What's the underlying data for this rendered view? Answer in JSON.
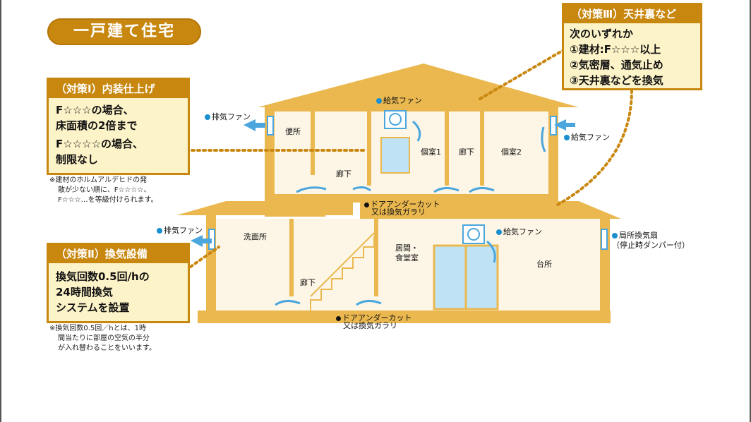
{
  "title": "一戸建て住宅",
  "measures": {
    "interior": {
      "heading": "（対策Ⅰ）内装仕上げ",
      "lines": [
        "F☆☆☆の場合、",
        "床面積の2倍まで",
        "F☆☆☆☆の場合、",
        "制限なし"
      ],
      "note": [
        "※建材のホルムアルデヒドの発",
        "散が少ない順に、F☆☆☆☆、",
        "F☆☆☆…を等級付けられます。"
      ]
    },
    "ventilation": {
      "heading": "（対策Ⅱ）換気設備",
      "lines": [
        "換気回数0.5回/hの",
        "24時間換気",
        "システムを設置"
      ],
      "note": [
        "※換気回数0.5回／hとは、1時",
        "間当たりに部屋の空気の半分",
        "が入れ替わることをいいます。"
      ]
    },
    "attic": {
      "heading": "（対策Ⅲ）天井裏など",
      "lines": [
        "次のいずれか",
        "①建材:F☆☆☆以上",
        "②気密層、通気止め",
        "③天井裏などを換気"
      ]
    }
  },
  "labels": {
    "supply_fan_top": "給気ファン",
    "exhaust_fan_upper": "排気ファン",
    "supply_fan_right_upper": "給気ファン",
    "toilet": "便所",
    "private_room_1": "個室1",
    "hallway_upper_right": "廊下",
    "private_room_2": "個室2",
    "hallway_upper_center": "廊下",
    "door_undercut_upper_1": "ドアアンダーカット",
    "door_undercut_upper_2": "又は換気ガラリ",
    "exhaust_fan_lower": "排気ファン",
    "washroom": "洗面所",
    "supply_fan_lower": "給気ファン",
    "local_exhaust_1": "局所換気扇",
    "local_exhaust_2": "（停止時ダンパー付）",
    "living_1": "居間・",
    "living_2": "食堂室",
    "kitchen": "台所",
    "hallway_lower": "廊下",
    "door_undercut_lower_1": "ドアアンダーカット",
    "door_undercut_lower_2": "又は換気ガラリ"
  },
  "colors": {
    "structure": "#eab84f",
    "box_fill": "#fdf3c8",
    "accent": "#c8870e",
    "air_arrow": "#4aa6dd",
    "fan_dot": "#1a8fd0"
  }
}
